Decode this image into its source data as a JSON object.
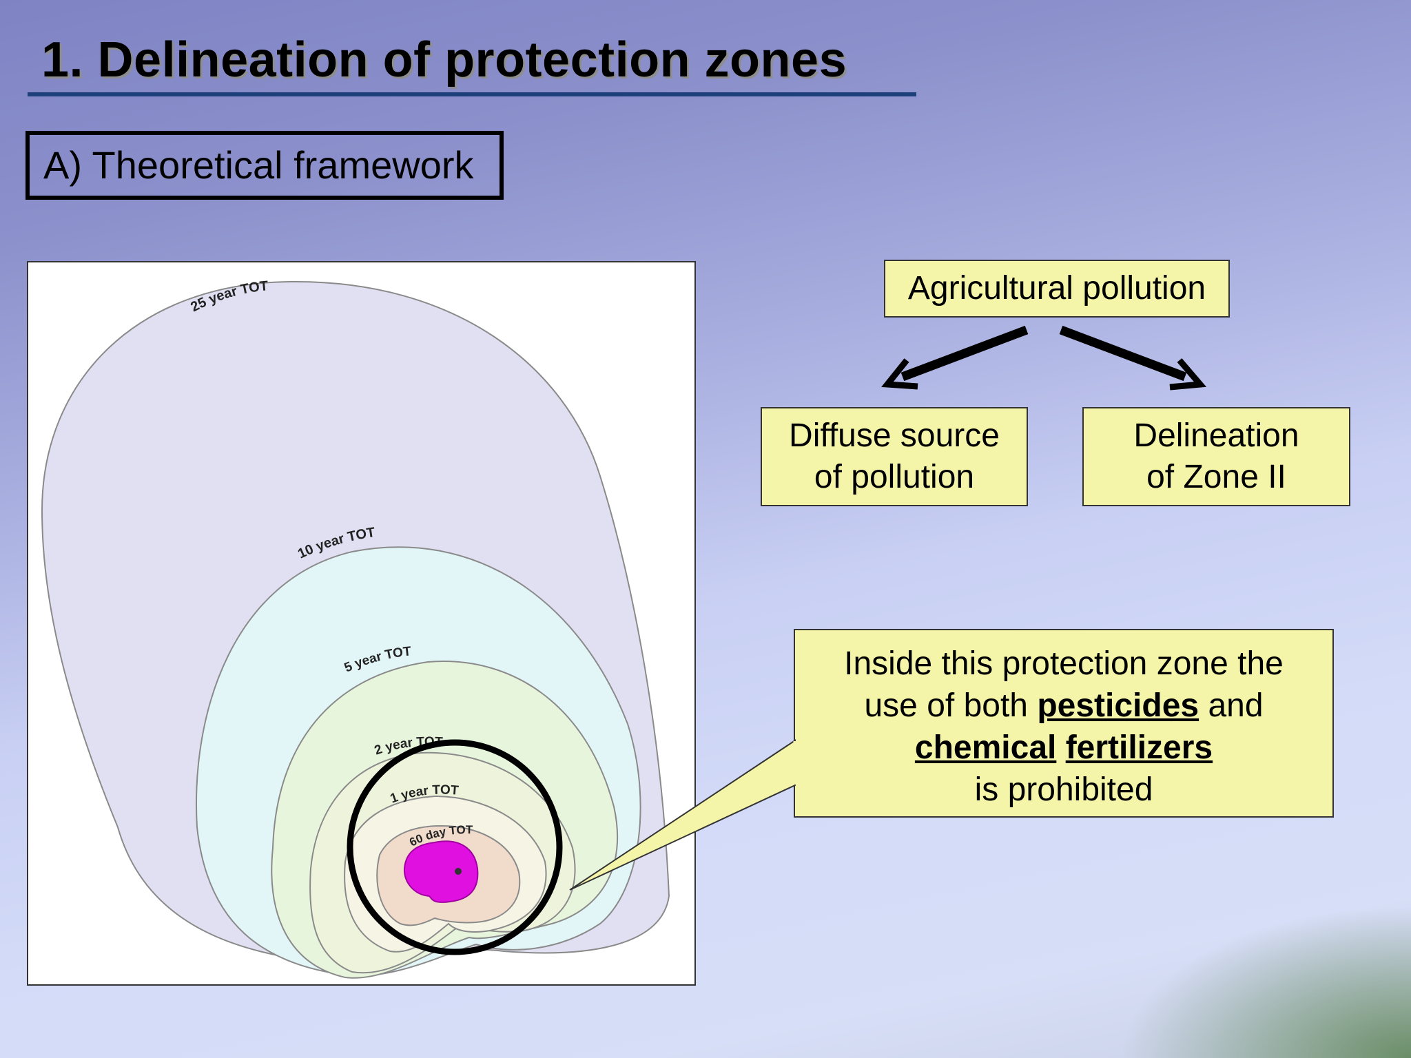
{
  "slide": {
    "title": "1. Delineation of protection zones",
    "subtitle": "A) Theoretical framework"
  },
  "diagram": {
    "zone_labels": [
      "25 year TOT",
      "10 year TOT",
      "5 year TOT",
      "2 year TOT",
      "1 year TOT",
      "60 day TOT"
    ]
  },
  "flow": {
    "top": "Agricultural pollution",
    "left": [
      "Diffuse source",
      "of pollution"
    ],
    "right": [
      "Delineation",
      "of Zone II"
    ]
  },
  "callout": {
    "line1": "Inside this protection zone the",
    "line2_prefix": "use of both ",
    "line2_bold": "pesticides",
    "line2_suffix": " and",
    "line3_bold1": "chemical",
    "line3_bold2": "fertilizers",
    "line4": "is prohibited"
  },
  "colors": {
    "title_rule": "#1d3f7a",
    "box_fill": "#f4f5a9",
    "wellhead": "#e010e0"
  }
}
